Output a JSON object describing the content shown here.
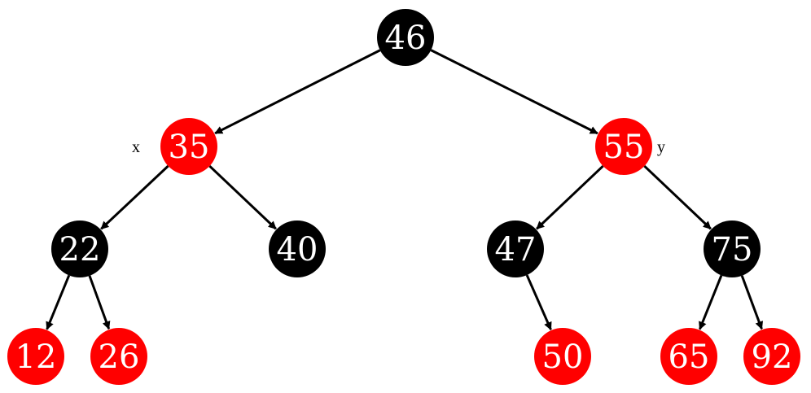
{
  "colors": {
    "red_node": "#ff0000",
    "black_node": "#000000",
    "node_label": "#ffffff",
    "edge": "#000000",
    "background": "#ffffff"
  },
  "tree": {
    "nodes": [
      {
        "id": "n46",
        "label": "46",
        "color": "black"
      },
      {
        "id": "n35",
        "label": "35",
        "color": "red"
      },
      {
        "id": "n55",
        "label": "55",
        "color": "red"
      },
      {
        "id": "n22",
        "label": "22",
        "color": "black"
      },
      {
        "id": "n40",
        "label": "40",
        "color": "black"
      },
      {
        "id": "n47",
        "label": "47",
        "color": "black"
      },
      {
        "id": "n75",
        "label": "75",
        "color": "black"
      },
      {
        "id": "n12",
        "label": "12",
        "color": "red"
      },
      {
        "id": "n26",
        "label": "26",
        "color": "red"
      },
      {
        "id": "n50",
        "label": "50",
        "color": "red"
      },
      {
        "id": "n65",
        "label": "65",
        "color": "red"
      },
      {
        "id": "n92",
        "label": "92",
        "color": "red"
      }
    ],
    "edges": [
      {
        "from": "n46",
        "to": "n35"
      },
      {
        "from": "n46",
        "to": "n55"
      },
      {
        "from": "n35",
        "to": "n22"
      },
      {
        "from": "n35",
        "to": "n40"
      },
      {
        "from": "n55",
        "to": "n47"
      },
      {
        "from": "n55",
        "to": "n75"
      },
      {
        "from": "n22",
        "to": "n12"
      },
      {
        "from": "n22",
        "to": "n26"
      },
      {
        "from": "n47",
        "to": "n50"
      },
      {
        "from": "n75",
        "to": "n65"
      },
      {
        "from": "n75",
        "to": "n92"
      }
    ]
  },
  "annotations": {
    "x_label": "x",
    "y_label": "y"
  }
}
